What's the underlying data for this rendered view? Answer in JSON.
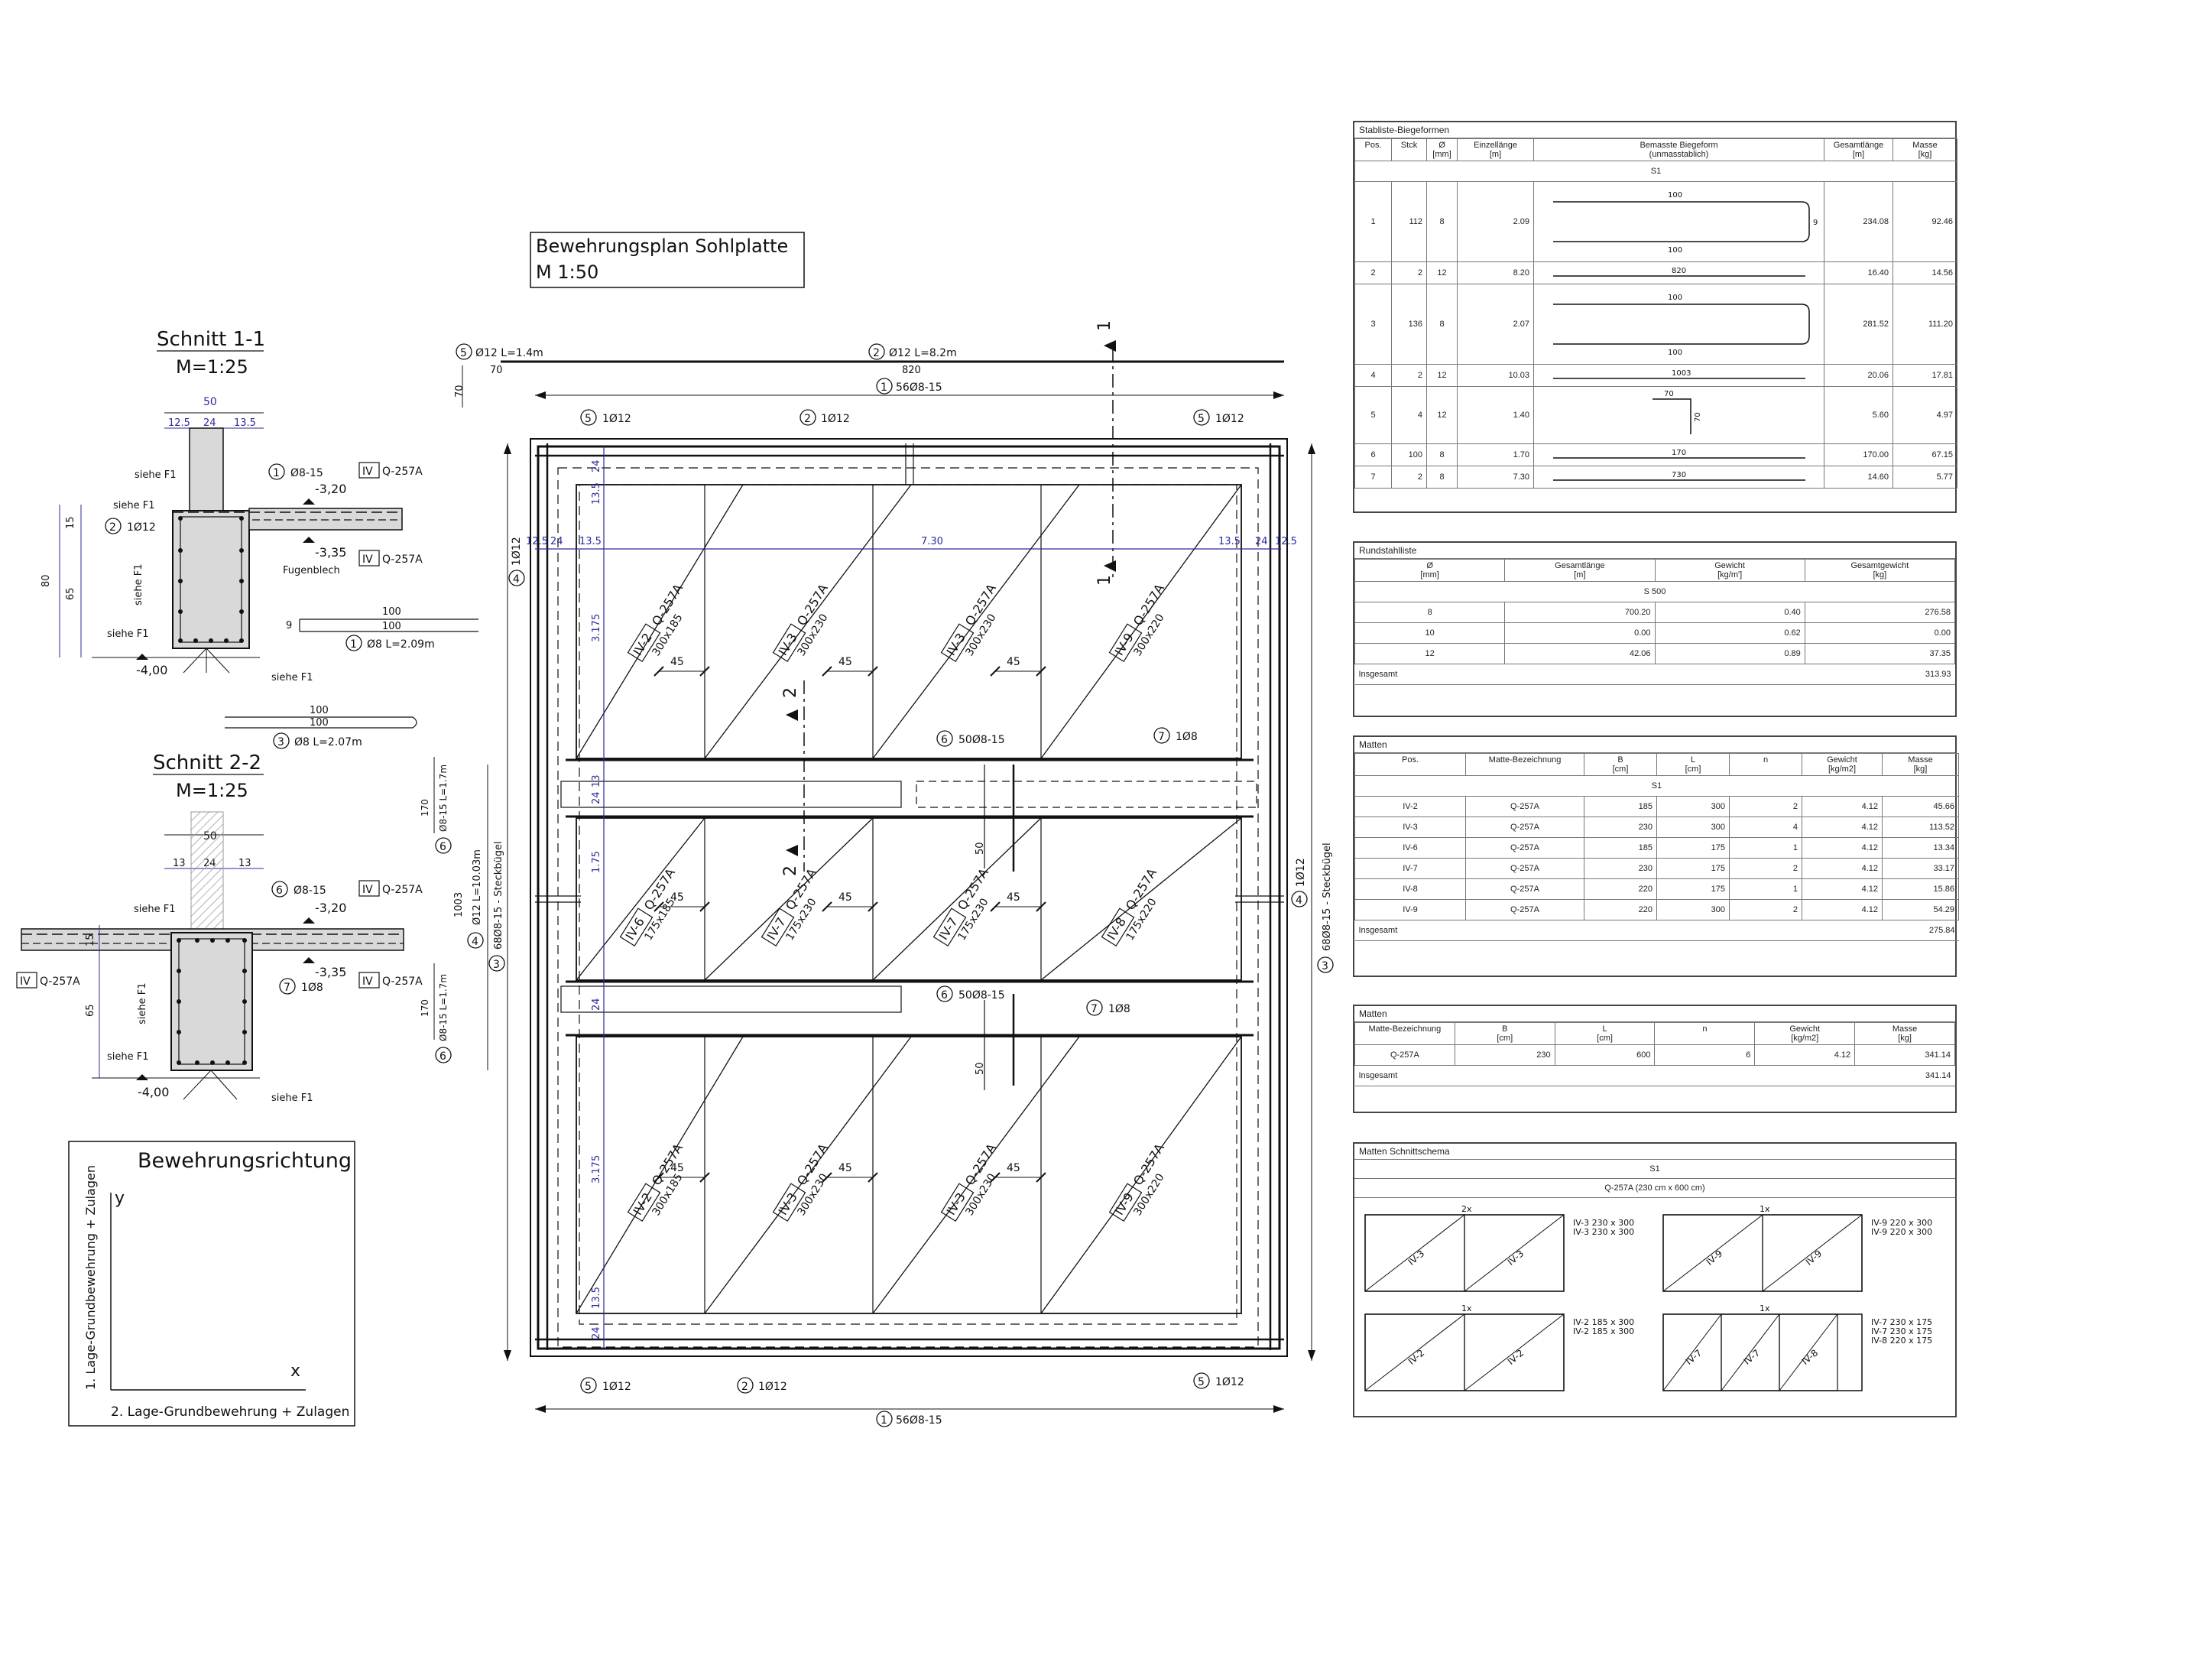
{
  "plan": {
    "title": "Bewehrungsplan Sohlplatte",
    "scale": "M 1:50",
    "dims": {
      "d730": "7.30",
      "d820": "820",
      "d70": "70",
      "d13_5": "13.5",
      "d24": "24",
      "d12_5": "12.5",
      "d3_175": "3.175",
      "d1_75": "1.75",
      "d13": "13",
      "d45": "45",
      "d50": "50",
      "d1003": "1003"
    },
    "labels": {
      "top_pos5": "Ø12 L=1.4m",
      "top_pos2": "Ø12 L=8.2m",
      "top_pos1": "56Ø8-15",
      "p5": "1Ø12",
      "p2": "1Ø12",
      "p1_bottom": "56Ø8-15",
      "p6": "50Ø8-15",
      "p7": "1Ø8",
      "p4_left": "1Ø12",
      "p4_right": "1Ø12",
      "left_vert": "Ø12 L=10.03m",
      "left_vert_6": "68Ø8-15 - Steckbügel",
      "right_vert_3": "68Ø8-15 - Steckbügel",
      "left_upper_6": "Ø8-15 L=1.7m",
      "left_lower_6": "Ø8-15 L=1.7m",
      "d170": "170",
      "cut1": "1",
      "cut2": "2"
    },
    "mats": [
      {
        "name": "IV-2",
        "type": "Q-257A",
        "size": "300x185"
      },
      {
        "name": "IV-3",
        "type": "Q-257A",
        "size": "300x230"
      },
      {
        "name": "IV-3",
        "type": "Q-257A",
        "size": "300x230"
      },
      {
        "name": "IV-9",
        "type": "Q-257A",
        "size": "300x220"
      },
      {
        "name": "IV-6",
        "type": "Q-257A",
        "size": "175x185"
      },
      {
        "name": "IV-7",
        "type": "Q-257A",
        "size": "175x230"
      },
      {
        "name": "IV-7",
        "type": "Q-257A",
        "size": "175x230"
      },
      {
        "name": "IV-8",
        "type": "Q-257A",
        "size": "175x220"
      },
      {
        "name": "IV-2",
        "type": "Q-257A",
        "size": "300x185"
      },
      {
        "name": "IV-3",
        "type": "Q-257A",
        "size": "300x230"
      },
      {
        "name": "IV-3",
        "type": "Q-257A",
        "size": "300x230"
      },
      {
        "name": "IV-9",
        "type": "Q-257A",
        "size": "300x220"
      }
    ]
  },
  "section1": {
    "title": "Schnitt 1-1",
    "scale": "M=1:25",
    "d50": "50",
    "d12_5": "12.5",
    "d24": "24",
    "d13_5": "13.5",
    "d15": "15",
    "d65": "65",
    "d80": "80",
    "siehe": "siehe F1",
    "pos1": "Ø8-15",
    "pos2": "1Ø12",
    "iv": "IV",
    "mat": "Q-257A",
    "lev1": "-3,20",
    "lev2": "-3,35",
    "lev3": "-4,00",
    "fugen": "Fugenblech",
    "bar100a": "100",
    "bar100b": "100",
    "bar9": "9",
    "pos1_bar": "Ø8 L=2.09m",
    "bar3a": "100",
    "bar3b": "100",
    "pos3_bar": "Ø8 L=2.07m"
  },
  "section2": {
    "title": "Schnitt 2-2",
    "scale": "M=1:25",
    "d50": "50",
    "d13a": "13",
    "d24": "24",
    "d13b": "13",
    "d15": "15",
    "d65": "65",
    "siehe": "siehe F1",
    "pos6": "Ø8-15",
    "pos7": "1Ø8",
    "iv": "IV",
    "mat": "Q-257A",
    "lev1": "-3,20",
    "lev2": "-3,35",
    "lev3": "-4,00"
  },
  "legend": {
    "title": "Bewehrungsrichtung",
    "y": "y",
    "x": "x",
    "ylabel": "1. Lage-Grundbewehrung + Zulagen",
    "xlabel": "2. Lage-Grundbewehrung + Zulagen"
  },
  "stab": {
    "caption": "Stabliste-Biegeformen",
    "headers": [
      "Pos.",
      "Stck",
      "Ø\n[mm]",
      "Einzellänge\n[m]",
      "Bemasste Biegeform\n(unmasstablich)",
      "Gesamtlänge\n[m]",
      "Masse\n[kg]"
    ],
    "section": "S1",
    "rows": [
      {
        "pos": "1",
        "stck": "112",
        "d": "8",
        "len": "2.09",
        "shape": "u",
        "a": "100",
        "b": "100",
        "c": "9",
        "total": "234.08",
        "mass": "92.46"
      },
      {
        "pos": "2",
        "stck": "2",
        "d": "12",
        "len": "8.20",
        "shape": "line",
        "a": "820",
        "total": "16.40",
        "mass": "14.56"
      },
      {
        "pos": "3",
        "stck": "136",
        "d": "8",
        "len": "2.07",
        "shape": "u",
        "a": "100",
        "b": "100",
        "c": "",
        "total": "281.52",
        "mass": "111.20"
      },
      {
        "pos": "4",
        "stck": "2",
        "d": "12",
        "len": "10.03",
        "shape": "line",
        "a": "1003",
        "total": "20.06",
        "mass": "17.81"
      },
      {
        "pos": "5",
        "stck": "4",
        "d": "12",
        "len": "1.40",
        "shape": "l",
        "a": "70",
        "b": "70",
        "total": "5.60",
        "mass": "4.97"
      },
      {
        "pos": "6",
        "stck": "100",
        "d": "8",
        "len": "1.70",
        "shape": "line",
        "a": "170",
        "total": "170.00",
        "mass": "67.15"
      },
      {
        "pos": "7",
        "stck": "2",
        "d": "8",
        "len": "7.30",
        "shape": "line",
        "a": "730",
        "total": "14.60",
        "mass": "5.77"
      }
    ]
  },
  "rund": {
    "caption": "Rundstahlliste",
    "headers": [
      "Ø\n[mm]",
      "Gesamtlänge\n[m]",
      "Gewicht\n[kg/m']",
      "Gesamtgewicht\n[kg]"
    ],
    "section": "S 500",
    "rows": [
      [
        "8",
        "700.20",
        "0.40",
        "276.58"
      ],
      [
        "10",
        "0.00",
        "0.62",
        "0.00"
      ],
      [
        "12",
        "42.06",
        "0.89",
        "37.35"
      ]
    ],
    "total_label": "Insgesamt",
    "total": "313.93"
  },
  "matten1": {
    "caption": "Matten",
    "headers": [
      "Pos.",
      "Matte-Bezeichnung",
      "B\n[cm]",
      "L\n[cm]",
      "n",
      "Gewicht\n[kg/m2]",
      "Masse\n[kg]"
    ],
    "section": "S1",
    "rows": [
      [
        "IV-2",
        "Q-257A",
        "185",
        "300",
        "2",
        "4.12",
        "45.66"
      ],
      [
        "IV-3",
        "Q-257A",
        "230",
        "300",
        "4",
        "4.12",
        "113.52"
      ],
      [
        "IV-6",
        "Q-257A",
        "185",
        "175",
        "1",
        "4.12",
        "13.34"
      ],
      [
        "IV-7",
        "Q-257A",
        "230",
        "175",
        "2",
        "4.12",
        "33.17"
      ],
      [
        "IV-8",
        "Q-257A",
        "220",
        "175",
        "1",
        "4.12",
        "15.86"
      ],
      [
        "IV-9",
        "Q-257A",
        "220",
        "300",
        "2",
        "4.12",
        "54.29"
      ]
    ],
    "total_label": "Insgesamt",
    "total": "275.84"
  },
  "matten2": {
    "caption": "Matten",
    "headers": [
      "Matte-Bezeichnung",
      "B\n[cm]",
      "L\n[cm]",
      "n",
      "Gewicht\n[kg/m2]",
      "Masse\n[kg]"
    ],
    "rows": [
      [
        "Q-257A",
        "230",
        "600",
        "6",
        "4.12",
        "341.14"
      ]
    ],
    "total_label": "Insgesamt",
    "total": "341.14"
  },
  "schema": {
    "caption": "Matten Schnittschema",
    "section": "S1",
    "mat": "Q-257A (230 cm x 600 cm)",
    "groups": [
      {
        "count": "2x",
        "cells": [
          "IV-3",
          "IV-3"
        ],
        "lines": [
          "IV-3 230 x 300",
          "IV-3 230 x 300"
        ]
      },
      {
        "count": "1x",
        "cells": [
          "IV-9",
          "IV-9"
        ],
        "lines": [
          "IV-9 220 x 300",
          "IV-9 220 x 300"
        ]
      },
      {
        "count": "1x",
        "cells": [
          "IV-2",
          "IV-2"
        ],
        "lines": [
          "IV-2 185 x 300",
          "IV-2 185 x 300"
        ]
      },
      {
        "count": "1x",
        "cells": [
          "IV-7",
          "IV-7",
          "IV-8"
        ],
        "lines": [
          "IV-7 230 x 175",
          "IV-7 230 x 175",
          "IV-8 220 x 175"
        ]
      }
    ]
  },
  "colors": {
    "ink": "#111111",
    "blue": "#2a2aa0",
    "concrete": "#d9d9d9"
  }
}
